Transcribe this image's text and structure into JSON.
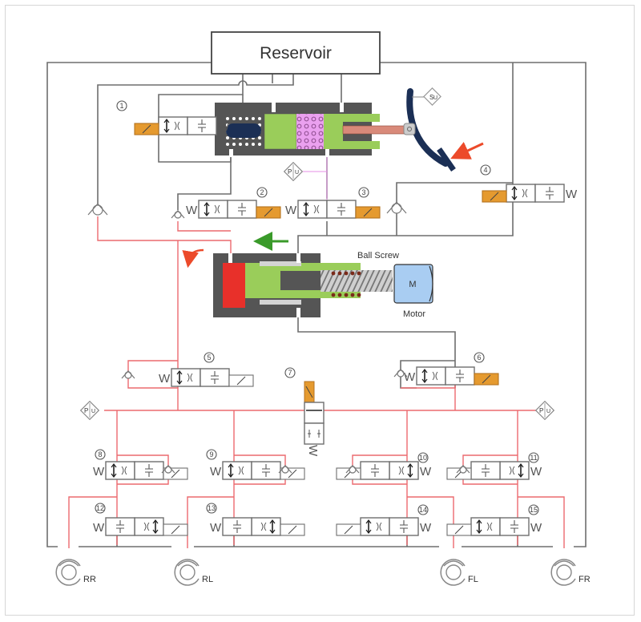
{
  "diagram": {
    "reservoir_label": "Reservoir",
    "ball_screw_label": "Ball Screw",
    "motor_label": "Motor",
    "motor_symbol": "M",
    "pressure_sensor_label": "P",
    "pressure_sensor_sub": "U",
    "pedal_sensor_label": "S",
    "pedal_sensor_sub": "U",
    "spring_glyph": "W",
    "wheels": [
      {
        "id": "RR",
        "label": "RR"
      },
      {
        "id": "RL",
        "label": "RL"
      },
      {
        "id": "FL",
        "label": "FL"
      },
      {
        "id": "FR",
        "label": "FR"
      }
    ],
    "valves": [
      {
        "num": "1"
      },
      {
        "num": "2"
      },
      {
        "num": "3"
      },
      {
        "num": "4"
      },
      {
        "num": "5"
      },
      {
        "num": "6"
      },
      {
        "num": "7"
      },
      {
        "num": "8"
      },
      {
        "num": "9"
      },
      {
        "num": "10"
      },
      {
        "num": "11"
      },
      {
        "num": "12"
      },
      {
        "num": "13"
      },
      {
        "num": "14"
      },
      {
        "num": "15"
      }
    ],
    "colors": {
      "line": "#6e6e6e",
      "pressure_line": "#ec6a6f",
      "sensor_line": "#e58fe6",
      "solenoid": "#e59a2f",
      "piston_green": "#9acd5a",
      "chamber_pink": "#eaa0ef",
      "cylinder_body": "#555555",
      "red_piston": "#e8302a",
      "motor_blue": "#a9cdf2",
      "pedal_navy": "#1b2f55",
      "arrow_red": "#ec4a2a",
      "arrow_green": "#3a9a2a"
    }
  }
}
